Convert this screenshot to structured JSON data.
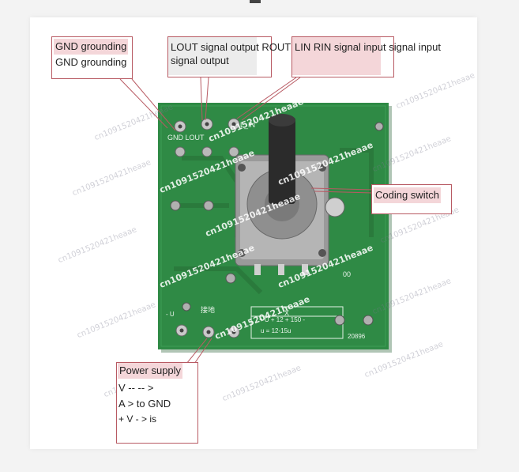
{
  "callouts": {
    "gnd": {
      "line1": "GND grounding",
      "line2": "GND grounding"
    },
    "lout": {
      "line1": "LOUT signal output ROUT",
      "line2": "signal output"
    },
    "lin": {
      "line1": "LIN RIN signal input signal input"
    },
    "coding": {
      "line1": "Coding switch"
    },
    "power": {
      "line1": "Power supply",
      "line2": "V -- -- >",
      "line3": "A > to GND",
      "line4": "+ V - > is"
    }
  },
  "board": {
    "silk_gnd_lout": "GND LOUT",
    "silk_l_in": "L_IN",
    "silk_jiedi": "接地",
    "silk_00": "00",
    "silk_x": "X",
    "silk_minus_u": "- U",
    "silk_spec_line1": "+ U + 12 + 150 -",
    "silk_spec_line2": "u = 12-15u",
    "silk_code": "20896"
  },
  "watermark": "cn1091520421heaae",
  "colors": {
    "pcb": "#2f8a45",
    "pcb_dark": "#206c34",
    "callout_border": "#b85a63",
    "highlight": "#f4d6d9"
  }
}
